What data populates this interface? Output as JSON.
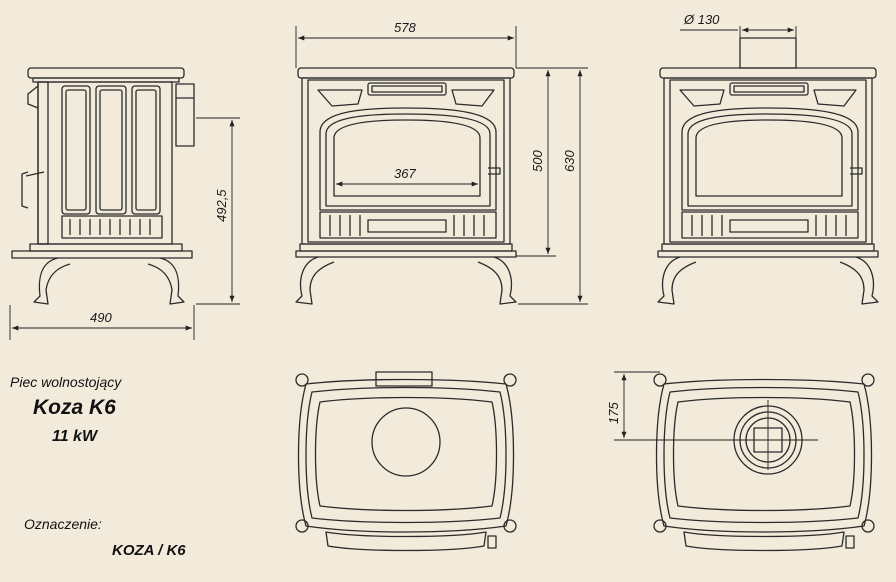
{
  "captions": {
    "type": "Piec wolnostojący",
    "model": "Koza K6",
    "power": "11 kW",
    "designation_label": "Oznaczenie:",
    "designation_value": "KOZA / K6"
  },
  "dimensions": {
    "side_depth": "490",
    "side_height": "492,5",
    "front_width": "578",
    "door_width": "367",
    "height_body": "500",
    "height_total": "630",
    "flue_diameter": "Ø 130",
    "flue_offset": "175"
  },
  "colors": {
    "background": "#f2ebdc",
    "line": "#2b2b2b"
  }
}
